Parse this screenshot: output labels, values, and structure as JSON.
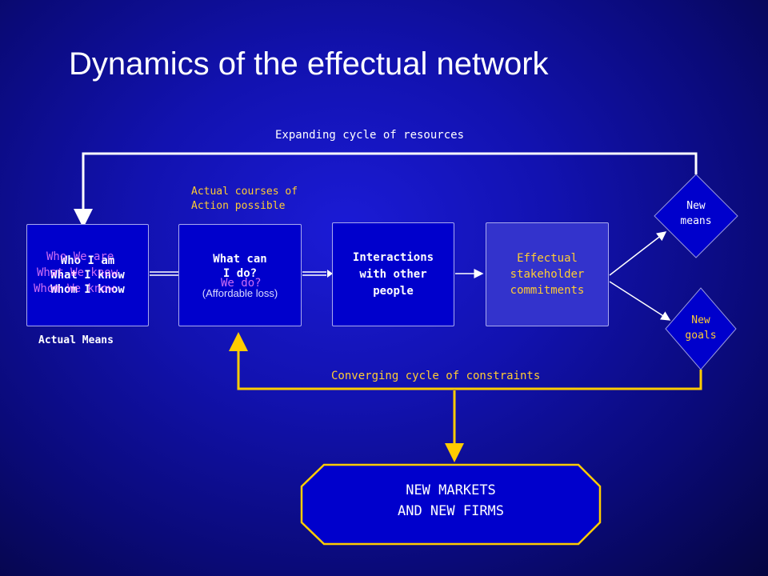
{
  "title": "Dynamics of the effectual network",
  "labels": {
    "expanding_cycle": "Expanding cycle of resources",
    "actual_courses_line1": "Actual courses of",
    "actual_courses_line2": "Action possible",
    "actual_means": "Actual Means",
    "converging_cycle": "Converging cycle of constraints"
  },
  "boxes": {
    "who": {
      "line1": "Who I am",
      "line2": "What I know",
      "line3": "Whom I know",
      "overlay_line1": "Who We are",
      "overlay_line2": "What We know",
      "overlay_line3": "Whom We know"
    },
    "what": {
      "line1": "What can",
      "line2": "I do?",
      "overlay_line2": "We do?",
      "line3": "(Affordable loss)"
    },
    "interactions": {
      "line1": "Interactions",
      "line2": "with other",
      "line3": "people"
    },
    "effectual": {
      "line1": "Effectual",
      "line2": "stakeholder",
      "line3": "commitments"
    },
    "new_means": {
      "line1": "New",
      "line2": "means"
    },
    "new_goals": {
      "line1": "New",
      "line2": "goals"
    },
    "new_markets": {
      "line1": "NEW MARKETS",
      "line2": "AND NEW FIRMS"
    }
  },
  "colors": {
    "label_yellow": "#ffcc33",
    "connector_yellow": "#ffcc00",
    "connector_white": "#ffffff",
    "highlight_pink": "#ff66ff",
    "effectual_fill": "#3333cc",
    "box_fill": "#0000cc"
  }
}
